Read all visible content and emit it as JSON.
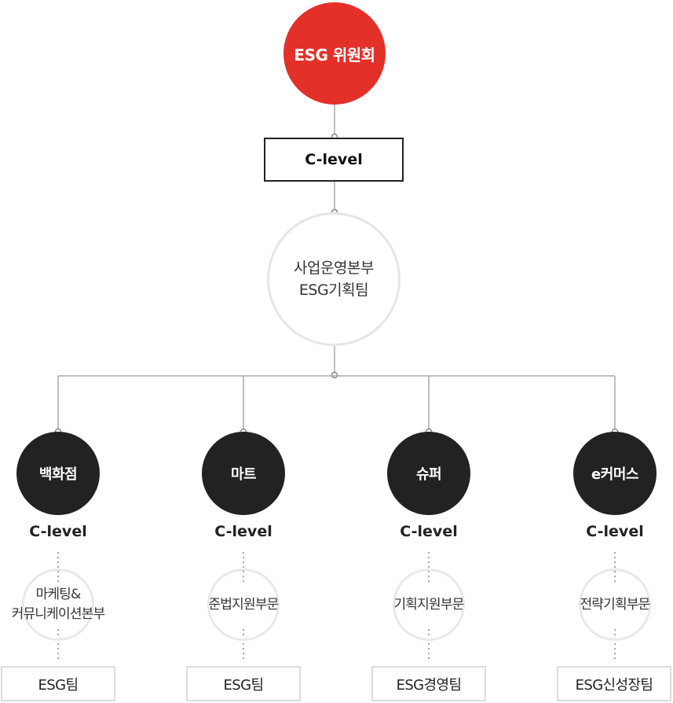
{
  "committee": {
    "label": "ESG 위원회"
  },
  "top_clevel": {
    "label": "C-level"
  },
  "headquarters": {
    "line1": "사업운영본부",
    "line2": "ESG기획팀"
  },
  "divisions": [
    {
      "name": "백화점",
      "clevel": "C-level",
      "dept_line1": "마케팅&",
      "dept_line2": "커뮤니케이션본부",
      "team": "ESG팀"
    },
    {
      "name": "마트",
      "clevel": "C-level",
      "dept_line1": "준법지원부문",
      "dept_line2": "",
      "team": "ESG팀"
    },
    {
      "name": "슈퍼",
      "clevel": "C-level",
      "dept_line1": "기획지원부문",
      "dept_line2": "",
      "team": "ESG경영팀"
    },
    {
      "name": "e커머스",
      "clevel": "C-level",
      "dept_line1": "전략기획부문",
      "dept_line2": "",
      "team": "ESG신성장팀"
    }
  ],
  "colors": {
    "committee_fill": "#e3312a",
    "division_fill": "#222222",
    "connector": "#aaaaaa",
    "light_circle": "#e6e6e6"
  }
}
